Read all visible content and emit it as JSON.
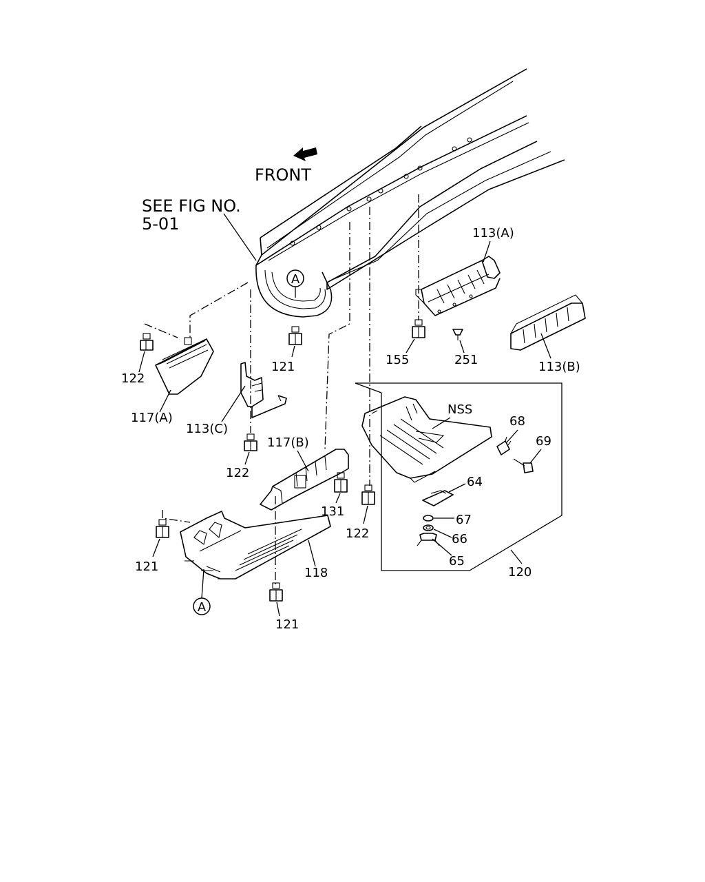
{
  "diagram": {
    "front_label": "FRONT",
    "reference_note": {
      "line1": "SEE FIG NO.",
      "line2": "5-01"
    },
    "section_marker": "A",
    "kit_label": "NSS",
    "parts": [
      {
        "id": "113A",
        "label": "113(A)"
      },
      {
        "id": "113B",
        "label": "113(B)"
      },
      {
        "id": "113C",
        "label": "113(C)"
      },
      {
        "id": "117A",
        "label": "117(A)"
      },
      {
        "id": "117B",
        "label": "117(B)"
      },
      {
        "id": "118",
        "label": "118"
      },
      {
        "id": "120",
        "label": "120"
      },
      {
        "id": "121a",
        "label": "121"
      },
      {
        "id": "121b",
        "label": "121"
      },
      {
        "id": "121c",
        "label": "121"
      },
      {
        "id": "122a",
        "label": "122"
      },
      {
        "id": "122b",
        "label": "122"
      },
      {
        "id": "122c",
        "label": "122"
      },
      {
        "id": "131",
        "label": "131"
      },
      {
        "id": "155",
        "label": "155"
      },
      {
        "id": "251",
        "label": "251"
      },
      {
        "id": "64",
        "label": "64"
      },
      {
        "id": "65",
        "label": "65"
      },
      {
        "id": "66",
        "label": "66"
      },
      {
        "id": "67",
        "label": "67"
      },
      {
        "id": "68",
        "label": "68"
      },
      {
        "id": "69",
        "label": "69"
      }
    ]
  }
}
